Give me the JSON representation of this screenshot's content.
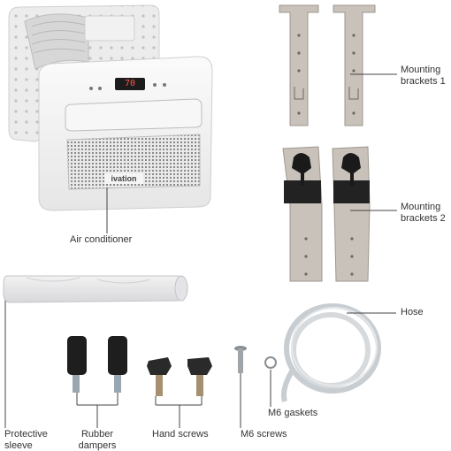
{
  "labels": {
    "air_conditioner": "Air conditioner",
    "mounting_brackets_1": [
      "Mounting",
      "brackets 1"
    ],
    "mounting_brackets_2": [
      "Mounting",
      "brackets 2"
    ],
    "hose": "Hose",
    "m6_gaskets": "M6 gaskets",
    "m6_screws": "M6 screws",
    "hand_screws": "Hand screws",
    "rubber_dampers": [
      "Rubber",
      "dampers"
    ],
    "protective_sleeve": [
      "Protective",
      "sleeve"
    ]
  },
  "ac_unit": {
    "display_value": "70",
    "brand": "ivation"
  },
  "colors": {
    "unit_white": "#f4f4f4",
    "bracket_beige": "#c9c2ba",
    "bracket_black": "#222222",
    "hose_clear": "#d9dde0",
    "rubber_black": "#1e1e1e",
    "leader_line": "#444444"
  }
}
